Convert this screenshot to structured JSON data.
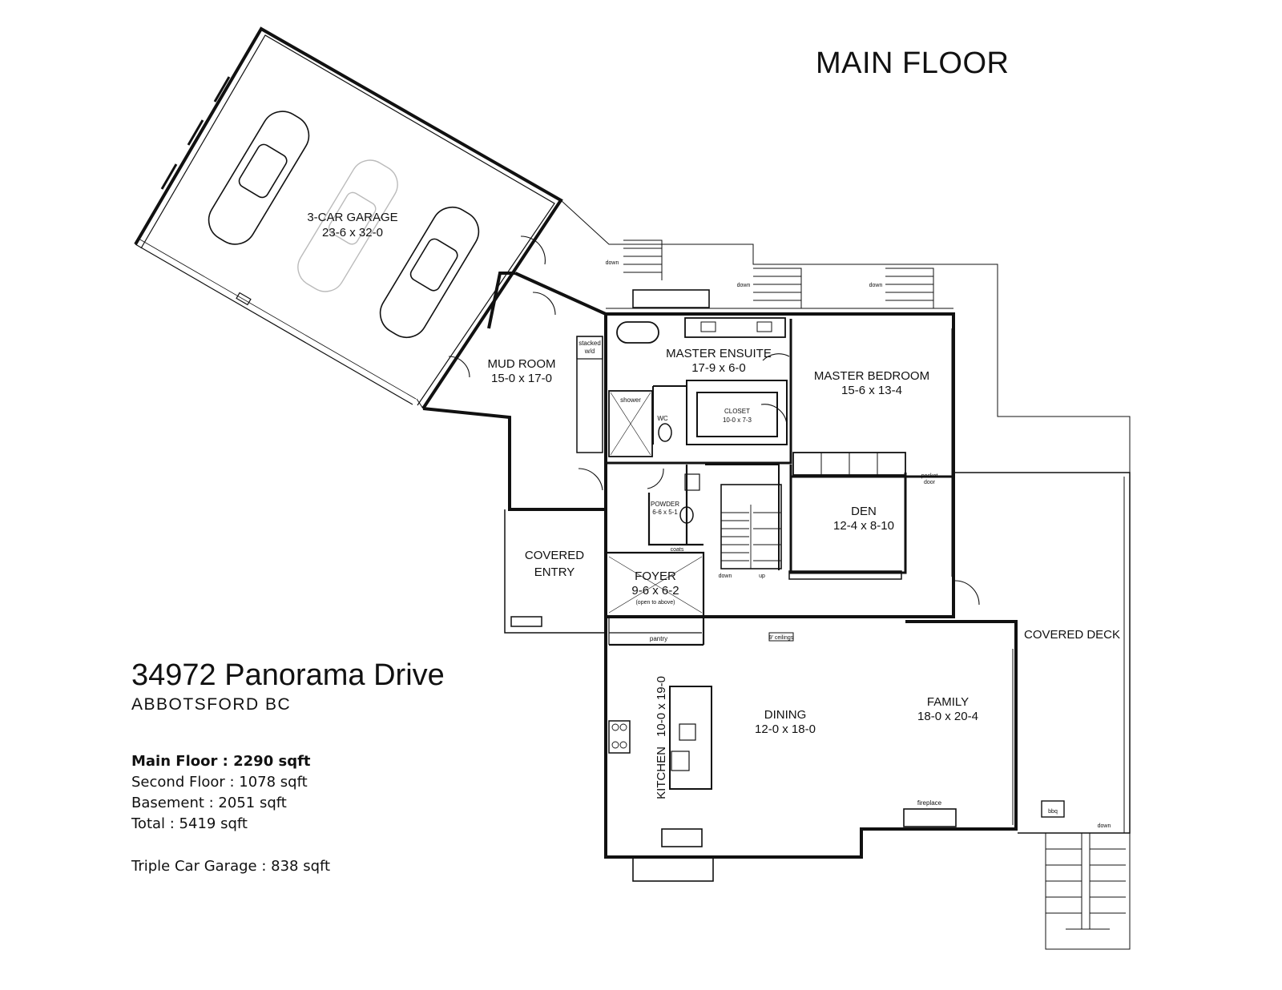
{
  "title": "MAIN FLOOR",
  "address": "34972 Panorama Drive",
  "city": "ABBOTSFORD BC",
  "stats": [
    "Main Floor : 2290 sqft",
    "Second Floor : 1078 sqft",
    "Basement : 2051 sqft",
    "Total : 5419 sqft",
    "Triple Car Garage : 838 sqft"
  ],
  "rooms": {
    "garage": {
      "name": "3-CAR GARAGE",
      "size": "23-6 x 32-0"
    },
    "mud_room": {
      "name": "MUD ROOM",
      "size": "15-0 x 17-0"
    },
    "master_ensuite": {
      "name": "MASTER ENSUITE",
      "size": "17-9 x 6-0"
    },
    "master_bedroom": {
      "name": "MASTER BEDROOM",
      "size": "15-6 x 13-4"
    },
    "closet": {
      "name": "CLOSET",
      "size": "10-0 x 7-3"
    },
    "den": {
      "name": "DEN",
      "size": "12-4 x 8-10"
    },
    "powder": {
      "name": "POWDER",
      "size": "6-6 x 5-1"
    },
    "covered_entry": {
      "line1": "COVERED",
      "line2": "ENTRY"
    },
    "foyer": {
      "name": "FOYER",
      "size": "9-6 x 6-2",
      "note": "(open to above)"
    },
    "covered_deck": {
      "name": "COVERED DECK"
    },
    "kitchen": {
      "name": "KITCHEN",
      "size": "10-0 x 19-0"
    },
    "dining": {
      "name": "DINING",
      "size": "12-0 x 18-0"
    },
    "family": {
      "name": "FAMILY",
      "size": "18-0 x 20-4"
    }
  },
  "small_labels": {
    "stacked_wd_1": "stacked",
    "stacked_wd_2": "w/d",
    "shower": "shower",
    "wc": "WC",
    "pocket_1": "pocket",
    "pocket_2": "door",
    "coats": "coats",
    "pantry": "pantry",
    "ceilings": "9' ceilings",
    "fireplace": "fireplace",
    "bbq": "bbq",
    "down": "down",
    "up": "up"
  }
}
